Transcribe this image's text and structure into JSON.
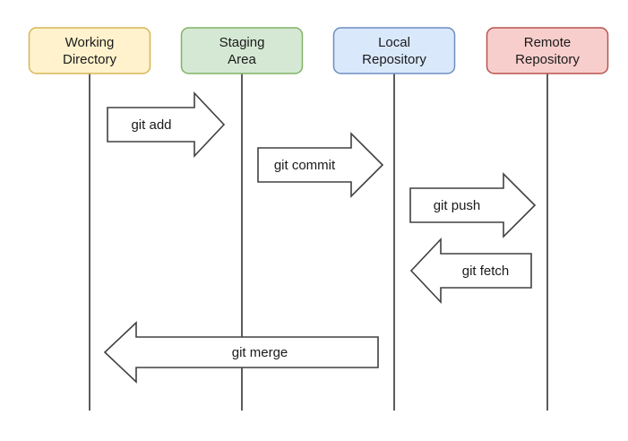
{
  "diagram": {
    "type": "git-workflow-flow-diagram",
    "background_color": "#ffffff",
    "line_color": "#404040",
    "arrow_fill_color": "#ffffff",
    "text_color": "#1a1a1a",
    "lanes": [
      {
        "id": "working-directory",
        "label_line1": "Working",
        "label_line2": "Directory",
        "fill": "#FFF2CC",
        "stroke": "#D6B656"
      },
      {
        "id": "staging-area",
        "label_line1": "Staging",
        "label_line2": "Area",
        "fill": "#D5E8D4",
        "stroke": "#82B366"
      },
      {
        "id": "local-repository",
        "label_line1": "Local",
        "label_line2": "Repository",
        "fill": "#DAE8FC",
        "stroke": "#6C8EBF"
      },
      {
        "id": "remote-repository",
        "label_line1": "Remote",
        "label_line2": "Repository",
        "fill": "#F8CECC",
        "stroke": "#B85450"
      }
    ],
    "arrows": [
      {
        "label": "git add",
        "from": "Working Directory",
        "to": "Staging Area",
        "direction": "right"
      },
      {
        "label": "git commit",
        "from": "Staging Area",
        "to": "Local Repository",
        "direction": "right"
      },
      {
        "label": "git push",
        "from": "Local Repository",
        "to": "Remote Repository",
        "direction": "right"
      },
      {
        "label": "git fetch",
        "from": "Remote Repository",
        "to": "Local Repository",
        "direction": "left"
      },
      {
        "label": "git merge",
        "from": "Local Repository",
        "to": "Working Directory",
        "direction": "left"
      }
    ]
  }
}
